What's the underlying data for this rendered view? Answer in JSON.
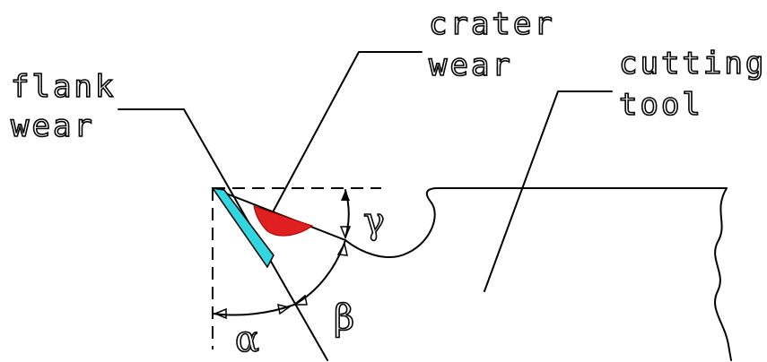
{
  "labels": {
    "crater_wear_line1": "crater",
    "crater_wear_line2": "wear",
    "cutting_tool_line1": "cutting",
    "cutting_tool_line2": "tool",
    "flank_wear_line1": "flank",
    "flank_wear_line2": "wear",
    "gamma": "γ",
    "beta": "β",
    "alpha": "α"
  },
  "colors": {
    "flank_wear_fill": "#33d6e0",
    "crater_wear_fill": "#e02020",
    "line": "#000000"
  }
}
